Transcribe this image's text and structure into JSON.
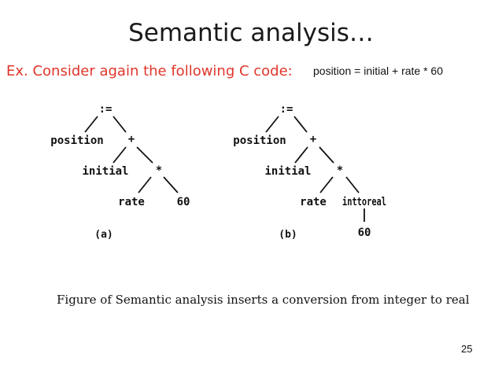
{
  "slide": {
    "title": "Semantic analysis…",
    "subtitle": "Ex. Consider again the following C code:",
    "code": "position = initial + rate * 60",
    "caption": "Figure of Semantic analysis inserts a conversion from integer to real",
    "page_number": "25"
  },
  "tree_a": {
    "label": "(a)",
    "nodes": {
      "assign": ":=",
      "position": "position",
      "plus": "+",
      "initial": "initial",
      "times": "*",
      "rate": "rate",
      "sixty": "60"
    }
  },
  "tree_b": {
    "label": "(b)",
    "nodes": {
      "assign": ":=",
      "position": "position",
      "plus": "+",
      "initial": "initial",
      "times": "*",
      "rate": "rate",
      "inttoreal": "inttoreal",
      "sixty": "60"
    }
  }
}
